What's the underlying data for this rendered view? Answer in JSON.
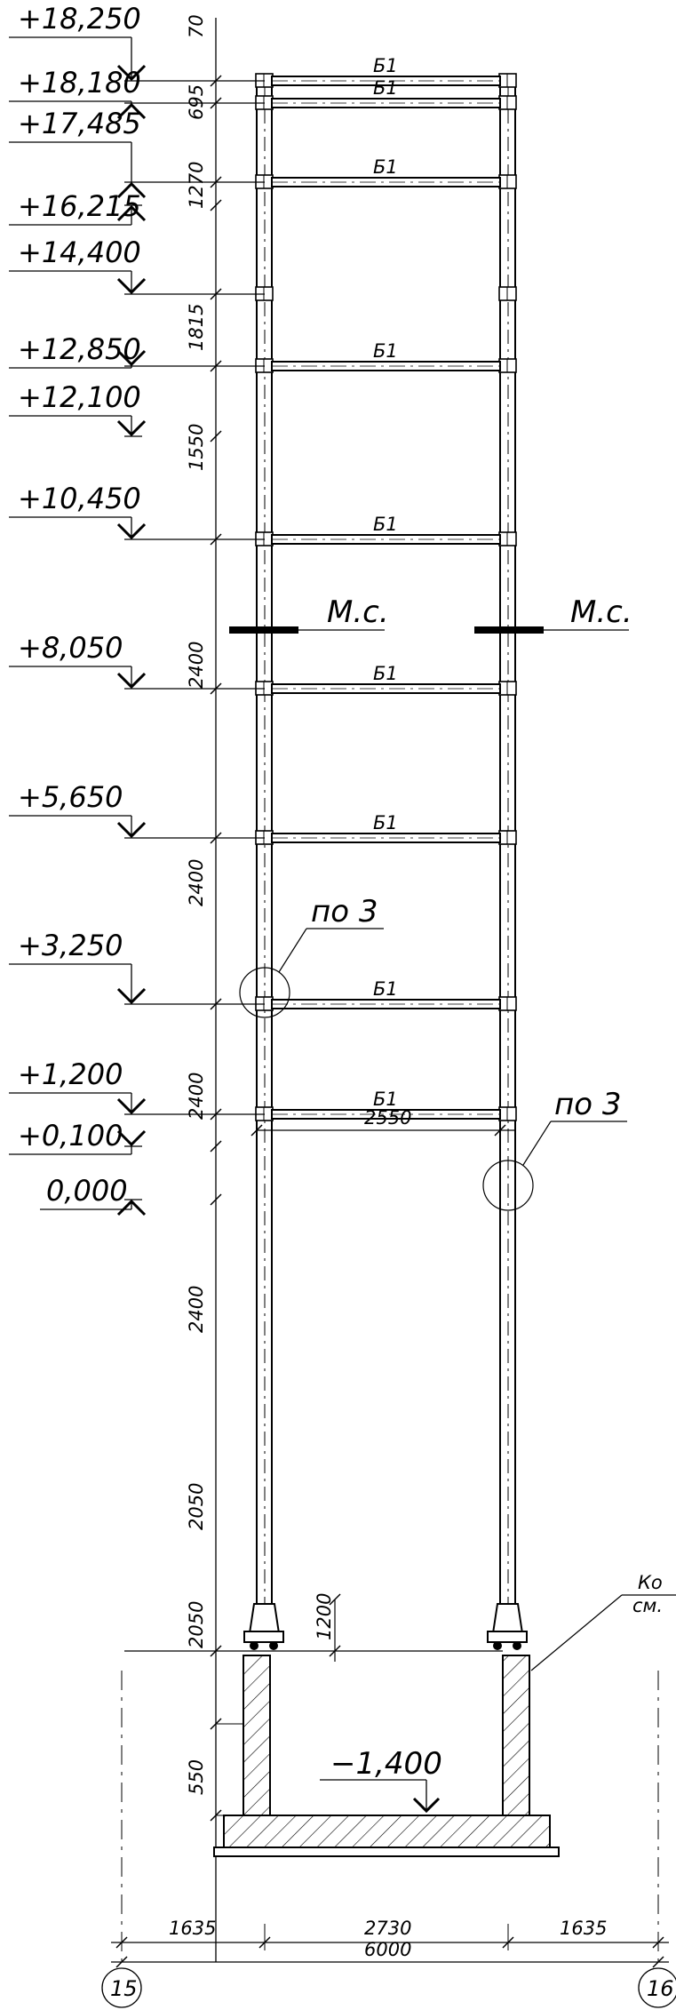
{
  "elevations": [
    {
      "label": "+18,250",
      "value": 18.25,
      "type": "down"
    },
    {
      "label": "+18,180",
      "value": 18.18,
      "type": "up"
    },
    {
      "label": "+17,485",
      "value": 17.485,
      "type": "up"
    },
    {
      "label": "+16,215",
      "value": 16.215,
      "type": "up"
    },
    {
      "label": "+14,400",
      "value": 14.4,
      "type": "down"
    },
    {
      "label": "+12,850",
      "value": 12.85,
      "type": "down"
    },
    {
      "label": "+12,100",
      "value": 12.1,
      "type": "down"
    },
    {
      "label": "+10,450",
      "value": 10.45,
      "type": "down"
    },
    {
      "label": "+8,050",
      "value": 8.05,
      "type": "down"
    },
    {
      "label": "+5,650",
      "value": 5.65,
      "type": "down"
    },
    {
      "label": "+3,250",
      "value": 3.25,
      "type": "down"
    },
    {
      "label": "+1,200",
      "value": 1.2,
      "type": "down"
    },
    {
      "label": "+0,100",
      "value": 0.1,
      "type": "down"
    },
    {
      "label": "0,000",
      "value": 0.0,
      "type": "up"
    }
  ],
  "vertical_dimensions": [
    "70",
    "695",
    "1270",
    "1815",
    "1550",
    "2400",
    "2400",
    "2400",
    "2400",
    "2050",
    "2050",
    "550"
  ],
  "beam_label": "Б1",
  "beam_count": 9,
  "inner_dimension": "2550",
  "stair_height_dimension": "1200",
  "pit_level": "−1,400",
  "node_callout": "по 3",
  "landing_label": "М.с.",
  "truncated_note": [
    "Ко",
    "см."
  ],
  "bottom_dimensions": {
    "left": "1635",
    "middle": "2730",
    "right": "1635",
    "total": "6000"
  },
  "axes": [
    "15",
    "16"
  ]
}
